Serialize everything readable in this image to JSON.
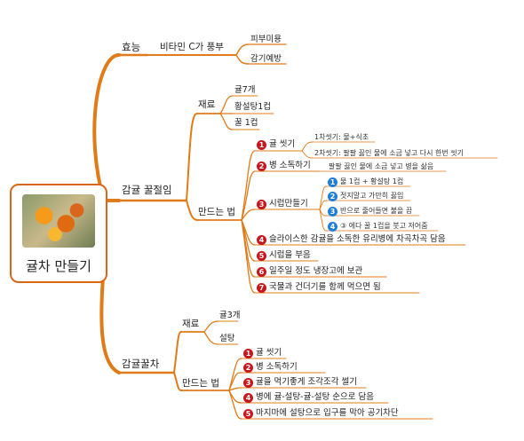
{
  "root": {
    "label": "귤차 만들기",
    "photo": "orange-tea-photo"
  },
  "branches": {
    "effect": {
      "label": "효능",
      "main": "비타민 C가 풍부",
      "subs": [
        "피부미용",
        "감기예방"
      ]
    },
    "citron": {
      "label": "감귤 꿀절임",
      "ingredients_label": "재료",
      "ingredients": [
        "귤7개",
        "황설탕1컵",
        "꿀 1컵"
      ],
      "method_label": "만드는 법",
      "steps": [
        {
          "num": "1",
          "text": "귤 씻기",
          "details": [
            "1차씻기: 물+식초",
            "2차씻기: 팔팔 끓인 물에 소금 넣고 다시 한번 씻기"
          ]
        },
        {
          "num": "2",
          "text": "병 소독하기",
          "note": "팔팔 끓인 물에 소금 넣고 병을 삶음"
        },
        {
          "num": "3",
          "text": "시럽만들기",
          "details": [
            {
              "num": "1",
              "text": "물 1컵 + 황설탕 1컵"
            },
            {
              "num": "2",
              "text": "젓지말고 가만히 끓임"
            },
            {
              "num": "3",
              "text": "반으로 줄어들면 불을 끔"
            },
            {
              "num": "4",
              "text": "③ 에다 꿀 1컵을 붓고 저어줌"
            }
          ]
        },
        {
          "num": "4",
          "text": "슬라이스한 감귤을 소독한 유리병에 차곡차곡 담음"
        },
        {
          "num": "5",
          "text": "시럽을 부음"
        },
        {
          "num": "6",
          "text": "일주일 정도 냉장고에 보관"
        },
        {
          "num": "7",
          "text": "국물과 건더기를 함께 먹으면 됨"
        }
      ]
    },
    "sugar": {
      "label": "감귤꿀차",
      "ingredients_label": "재료",
      "ingredients": [
        "귤3개",
        "설탕"
      ],
      "method_label": "만드는 법",
      "steps": [
        {
          "num": "1",
          "text": "귤 씻기"
        },
        {
          "num": "2",
          "text": "병 소독하기"
        },
        {
          "num": "3",
          "text": "귤을 먹기좋게 조각조각 썰기"
        },
        {
          "num": "4",
          "text": "병에 귤-설탕-귤-설탕 순으로 담음"
        },
        {
          "num": "5",
          "text": "마지마에 설탕으로 입구를 막아 공기차단"
        }
      ]
    }
  },
  "colors": {
    "branch": "#e07b1a",
    "badge_red": "#c8161d",
    "badge_blue": "#1f7fd6"
  }
}
